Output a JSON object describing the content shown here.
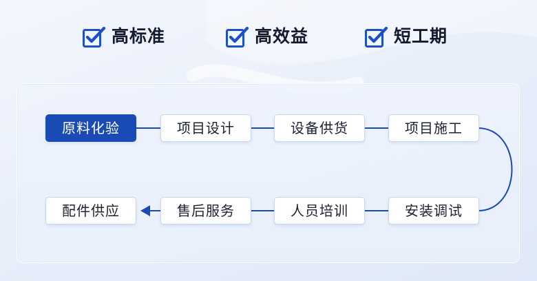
{
  "header": {
    "badges": [
      {
        "label": "高标准",
        "icon": "checkbox-checked-icon"
      },
      {
        "label": "高效益",
        "icon": "checkbox-checked-icon"
      },
      {
        "label": "短工期",
        "icon": "checkbox-checked-icon"
      }
    ]
  },
  "process": {
    "row1": [
      "原料化验",
      "项目设计",
      "设备供货",
      "项目施工"
    ],
    "row2": [
      "配件供应",
      "售后服务",
      "人员培训",
      "安装调试"
    ],
    "active_step": "原料化验"
  },
  "colors": {
    "accent": "#1a4bb5",
    "check": "#1c50c8",
    "text": "#161a2e",
    "connector": "#1a4bb5"
  }
}
